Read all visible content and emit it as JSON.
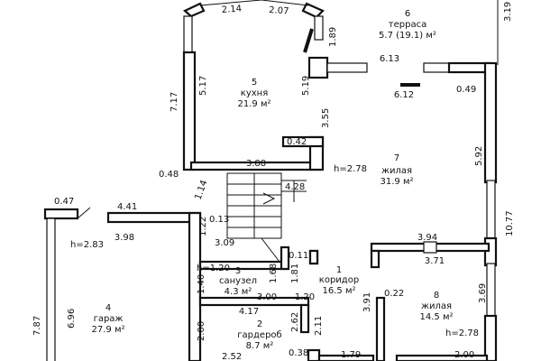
{
  "rooms": {
    "kitchen": {
      "number": "5",
      "name": "кухня",
      "area": "21.9 м²"
    },
    "terrace": {
      "number": "6",
      "name": "терраса",
      "area": "5.7 (19.1) м²"
    },
    "living7": {
      "number": "7",
      "name": "жилая",
      "area": "31.9 м²"
    },
    "garage": {
      "number": "4",
      "name": "гараж",
      "area": "27.9 м²"
    },
    "bathroom": {
      "number": "3",
      "name": "санузел",
      "area": "4.3 м²"
    },
    "corridor": {
      "number": "1",
      "name": "коридор",
      "area": "16.5 м²"
    },
    "living8": {
      "number": "8",
      "name": "жилая",
      "area": "14.5 м²"
    },
    "wardrobe": {
      "number": "2",
      "name": "гардероб",
      "area": "8.7 м²"
    }
  },
  "heights": {
    "main": "h=2.78",
    "garage": "h=2.83",
    "bathroom": "h=1.20",
    "living8": "h=2.78"
  },
  "dimensions": {
    "d214": "2.14",
    "d207": "2.07",
    "d189": "1.89",
    "d319": "3.19",
    "d613": "6.13",
    "d612": "6.12",
    "d049": "0.49",
    "d517": "5.17",
    "d519": "5.19",
    "d717": "7.17",
    "d355": "3.55",
    "d042": "0.42",
    "d592": "5.92",
    "d388": "3.88",
    "d048": "0.48",
    "d114": "1.14",
    "d428": "4.28",
    "d1077": "10.77",
    "d047": "0.47",
    "d441": "4.41",
    "d013": "0.13",
    "d398": "3.98",
    "d122": "1.22",
    "d309": "3.09",
    "d394": "3.94",
    "d011": "0.11",
    "d371": "3.71",
    "d168": "1.68",
    "d181": "1.81",
    "d140": "1.40",
    "d300": "3.00",
    "d120": "1.20",
    "d022": "0.22",
    "d369": "3.69",
    "d391": "3.91",
    "d417": "4.17",
    "d787": "7.87",
    "d696": "6.96",
    "d262": "2.62",
    "d211": "2.11",
    "d200a": "2.00",
    "d200b": "2.00",
    "d038": "0.38",
    "d179": "1.79",
    "d252": "2.52"
  }
}
